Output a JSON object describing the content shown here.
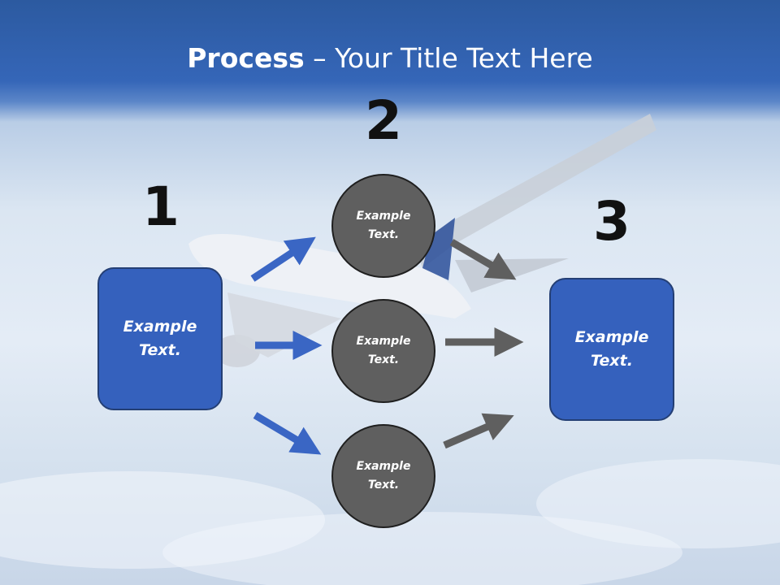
{
  "title": {
    "bold": "Process",
    "rest": " – Your Title Text Here"
  },
  "steps": {
    "one": "1",
    "two": "2",
    "three": "3"
  },
  "boxes": {
    "left": "Example\nText.",
    "right": "Example\nText."
  },
  "circles": [
    "Example\nText.",
    "Example\nText.",
    "Example\nText."
  ],
  "colors": {
    "header": "#2c5aa0",
    "box_fill": "#3561bd",
    "circle_fill": "#5f5f5f",
    "blue_arrow": "#3a66c4",
    "gray_arrow": "#5f5f5f"
  }
}
